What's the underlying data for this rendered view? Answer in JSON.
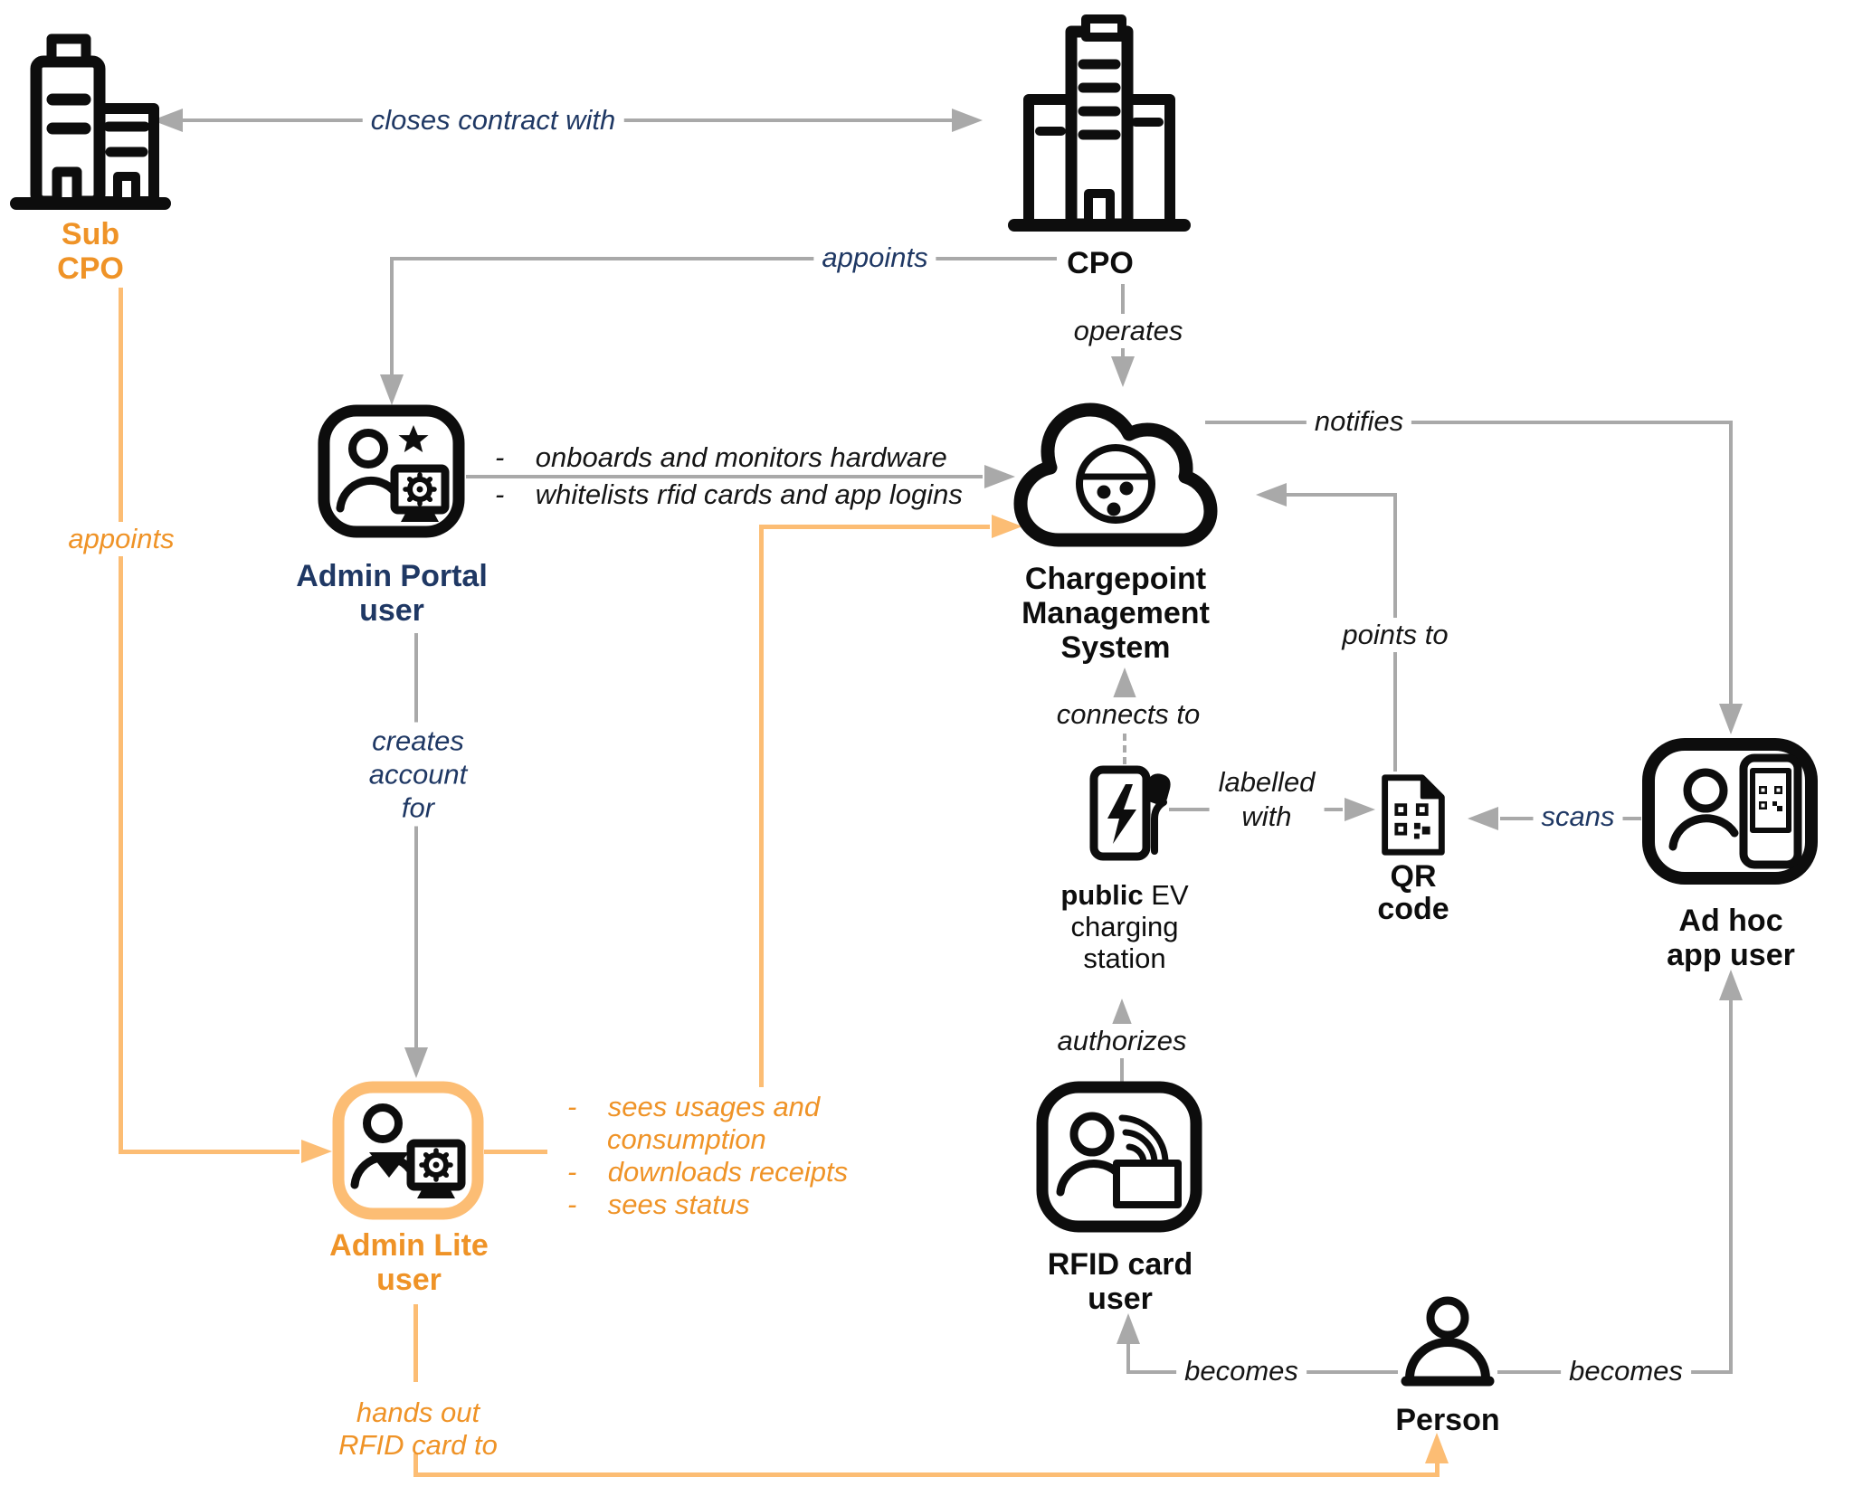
{
  "title": "EV charging roles diagram",
  "colors": {
    "gray_line": "#a9a9a9",
    "orange_line": "#fcbd74",
    "orange_text": "#ef9327",
    "navy": "#1f3864",
    "black": "#0d0d0d"
  },
  "nodes": {
    "sub_cpo": {
      "l1": "Sub",
      "l2": "CPO"
    },
    "cpo": {
      "label": "CPO"
    },
    "admin_portal": {
      "l1": "Admin Portal",
      "l2": "user"
    },
    "cms": {
      "l1": "Chargepoint",
      "l2": "Management",
      "l3": "System"
    },
    "admin_lite": {
      "l1": "Admin Lite",
      "l2": "user"
    },
    "station": {
      "bold": "public",
      "rest": " EV",
      "l2": "charging",
      "l3": "station"
    },
    "qr": {
      "l1": "QR",
      "l2": "code"
    },
    "adhoc": {
      "l1": "Ad hoc",
      "l2": "app user"
    },
    "rfid": {
      "l1": "RFID card",
      "l2": "user"
    },
    "person": {
      "label": "Person"
    }
  },
  "edges": {
    "closes_contract": {
      "label": "closes contract with"
    },
    "appoints_cpo": {
      "label": "appoints"
    },
    "operates": {
      "label": "operates"
    },
    "onboards": {
      "l1": "-    onboards and monitors hardware",
      "l2": "-    whitelists rfid cards and app logins"
    },
    "creates_account": {
      "l1": "creates",
      "l2": "account",
      "l3": "for"
    },
    "appoints_sub": {
      "label": "appoints"
    },
    "lite_list": {
      "l1": "-    sees usages and",
      "l2": "consumption",
      "l3": "-    downloads receipts",
      "l4": "-    sees status"
    },
    "notifies": {
      "label": "notifies"
    },
    "points_to": {
      "label": "points to"
    },
    "labelled_with": {
      "l1": "labelled",
      "l2": "with"
    },
    "scans": {
      "label": "scans"
    },
    "connects_to": {
      "label": "connects to"
    },
    "authorizes": {
      "label": "authorizes"
    },
    "becomes_left": {
      "label": "becomes"
    },
    "becomes_right": {
      "label": "becomes"
    },
    "hands_out": {
      "l1": "hands out",
      "l2": "RFID card to"
    }
  }
}
